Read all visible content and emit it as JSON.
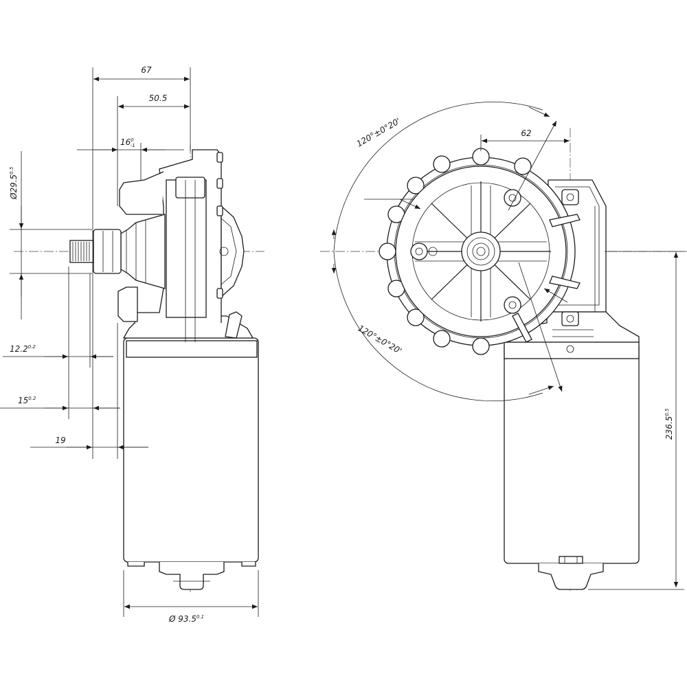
{
  "side_view": {
    "dims": {
      "d67": "67",
      "d50_5": "50.5",
      "d16": {
        "base": "16",
        "sup": "0",
        "sub": "-1"
      },
      "d29_5": {
        "base": "Ø29.5",
        "sup": "0.5"
      },
      "d12_2": {
        "base": "12.2",
        "sup": "0.2"
      },
      "d15": {
        "base": "15",
        "sup": "0.2"
      },
      "d19": "19",
      "d93_5": {
        "base": "Ø 93.5",
        "sup": "0.1"
      }
    }
  },
  "front_view": {
    "dims": {
      "d62": "62",
      "angle_top": "120°±0°20'",
      "angle_bottom": "120°±0°20'",
      "d236_5": {
        "base": "236.5",
        "sup": "0.5"
      }
    }
  }
}
